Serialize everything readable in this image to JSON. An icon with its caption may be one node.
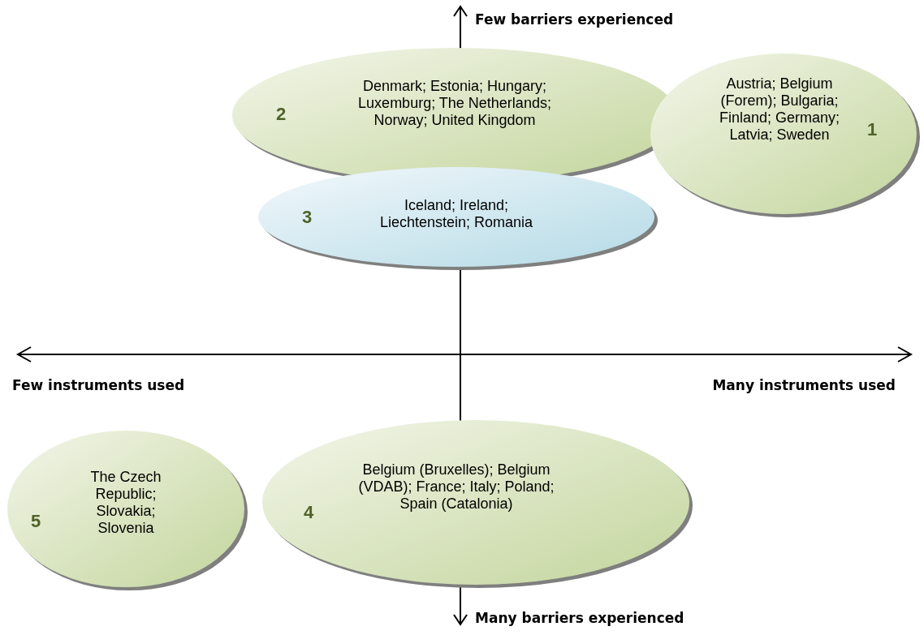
{
  "diagram": {
    "nodes": [
      {
        "text": [
          "2",
          "Denmark; Estonia; Hungary; Luxemburg; The Netherlands; Norway; United Kingdom"
        ]
      },
      {
        "text": [
          "Austria; Belgium (Forem); Bulgaria; Finland; Germany; Latvia; Sweden",
          "1"
        ]
      },
      {
        "text": [
          "3",
          "Iceland; Ireland; Liechtenstein; Romania"
        ]
      },
      {
        "text": [
          "5",
          "The Czech Republic; Slovakia; Slovenia"
        ]
      },
      {
        "text": [
          "4",
          "Belgium (Bruxelles); Belgium (VDAB); France; Italy; Poland; Spain (Catalonia)"
        ]
      }
    ],
    "labels": [
      "Few barriers experienced",
      "Few instruments used",
      "Many instruments used",
      "Many barriers experienced"
    ]
  }
}
